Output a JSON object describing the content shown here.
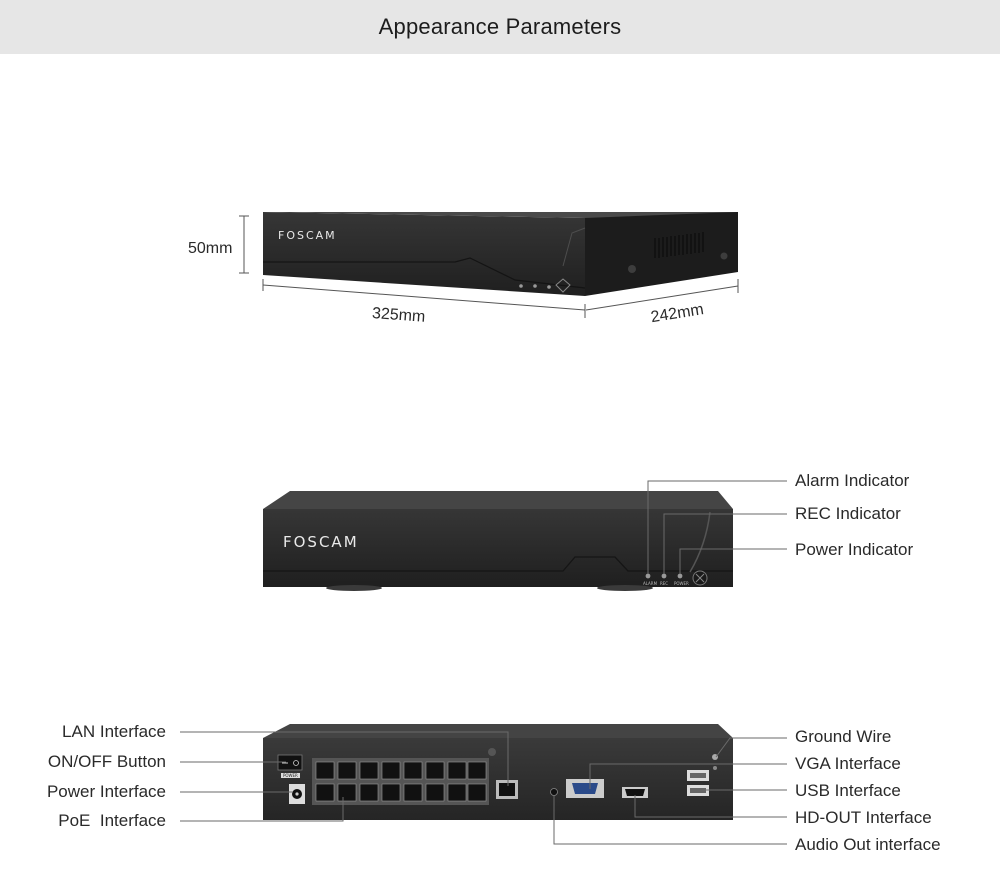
{
  "header": {
    "title": "Appearance Parameters"
  },
  "brand": "FOSCAM",
  "dimensions": {
    "height": "50mm",
    "width": "325mm",
    "depth": "242mm"
  },
  "front_panel": {
    "callouts": [
      "Alarm Indicator",
      "REC Indicator",
      "Power Indicator"
    ],
    "led_labels": [
      "ALARM",
      "REC",
      "POWER"
    ]
  },
  "rear_panel": {
    "left_callouts": [
      "LAN Interface",
      "ON/OFF Button",
      "Power Interface",
      "PoE  Interface"
    ],
    "right_callouts": [
      "Ground Wire",
      "VGA Interface",
      "USB Interface",
      "HD-OUT Interface",
      "Audio Out interface"
    ],
    "power_switch_label": "POWER"
  },
  "colors": {
    "header_bg": "#e6e6e6",
    "device_body": "#2b2b2b",
    "leader_line": "#6a6a6a"
  }
}
